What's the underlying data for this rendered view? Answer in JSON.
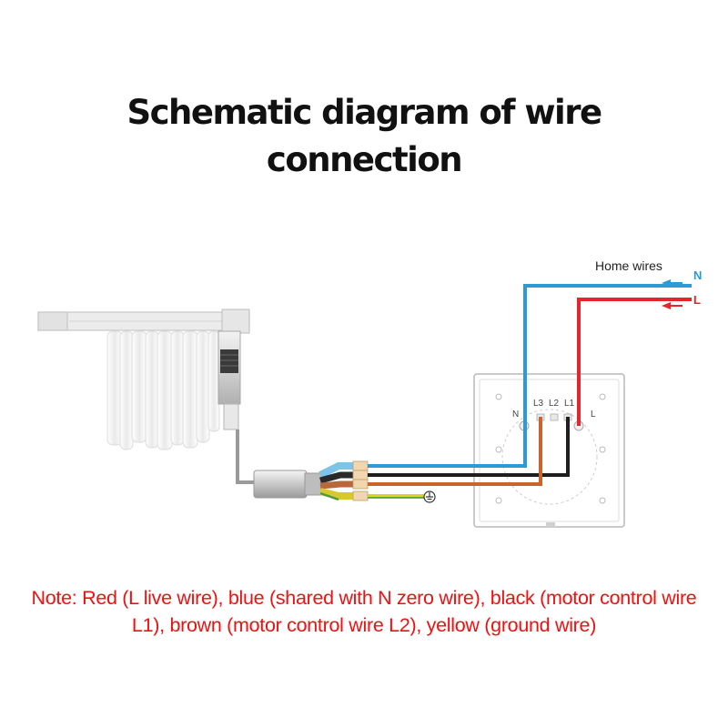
{
  "title": {
    "line1": "Schematic diagram of wire",
    "line2": "connection"
  },
  "diagram": {
    "home_wires_label": "Home wires",
    "n_label": "N",
    "l_label": "L",
    "terminals": {
      "n": "N",
      "l3": "L3",
      "l2": "L2",
      "l1": "L1",
      "l": "L"
    },
    "colors": {
      "live_red": "#e5252a",
      "neutral_blue": "#2c9ad6",
      "l1_black": "#1e1e1e",
      "l2_brown": "#c8642c",
      "ground_yellow": "#e0d020",
      "ground_green": "#3a9a3a"
    }
  },
  "note": "Note: Red (L live wire), blue (shared with N zero wire), black (motor control wire L1), brown (motor control wire L2), yellow (ground wire)"
}
